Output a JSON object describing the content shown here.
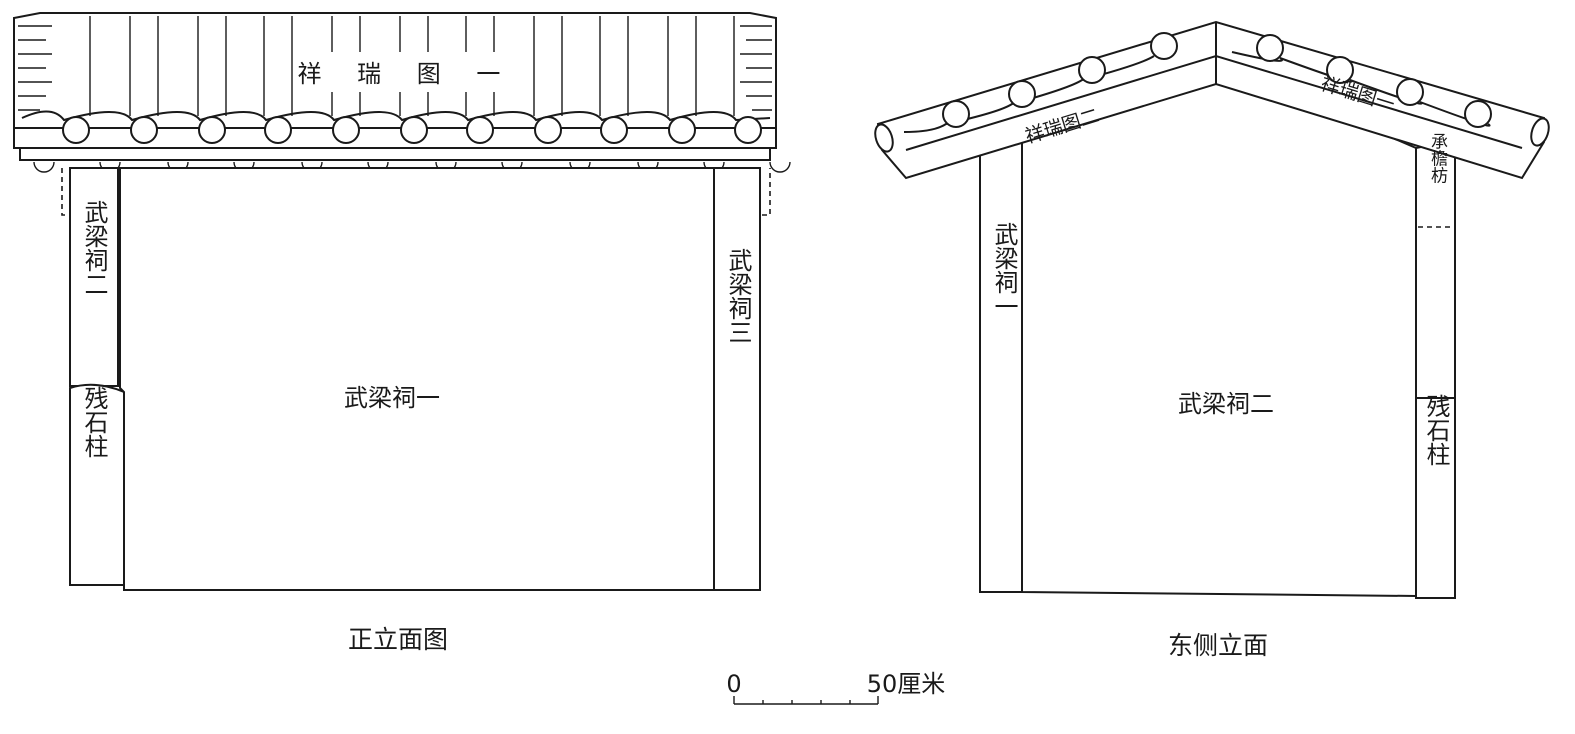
{
  "front": {
    "roof_label": "祥 瑞 图 一",
    "left_pillar_top": "武梁祠二",
    "left_pillar_bottom": "残石柱",
    "center_wall": "武梁祠一",
    "right_pillar": "武梁祠三",
    "caption": "正立面图"
  },
  "side": {
    "roof_left": "祥瑞图二",
    "roof_right": "祥瑞图一",
    "left_pillar": "武梁祠一",
    "center_wall": "武梁祠二",
    "right_pillar_top": "承檐枋",
    "right_pillar_bottom": "残石柱",
    "caption": "东侧立面"
  },
  "scale": {
    "zero": "0",
    "end": "50厘米"
  }
}
